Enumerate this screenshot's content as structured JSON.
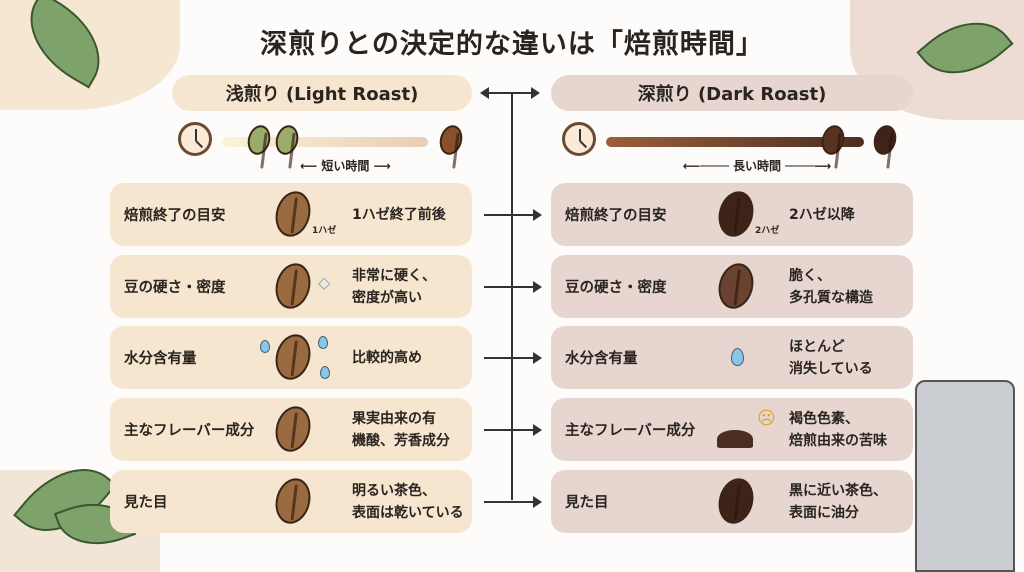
{
  "title": "深煎りとの決定的な違いは「焙煎時間」",
  "light": {
    "header": "浅煎り (Light Roast)",
    "time_label": "短い時間",
    "rows": [
      {
        "label": "焙煎終了の目安",
        "value": "1ハゼ終了前後",
        "note": "1ハゼ"
      },
      {
        "label": "豆の硬さ・密度",
        "value": "非常に硬く、\n密度が高い"
      },
      {
        "label": "水分含有量",
        "value": "比較的高め"
      },
      {
        "label": "主なフレーバー成分",
        "value": "果実由来の有\n機酸、芳香成分"
      },
      {
        "label": "見た目",
        "value": "明るい茶色、\n表面は乾いている"
      }
    ]
  },
  "dark": {
    "header": "深煎り (Dark Roast)",
    "time_label": "長い時間",
    "rows": [
      {
        "label": "焙煎終了の目安",
        "value": "2ハゼ以降",
        "note": "2ハゼ"
      },
      {
        "label": "豆の硬さ・密度",
        "value": "脆く、\n多孔質な構造"
      },
      {
        "label": "水分含有量",
        "value": "ほとんど\n消失している"
      },
      {
        "label": "主なフレーバー成分",
        "value": "褐色色素、\n焙煎由来の苦味"
      },
      {
        "label": "見た目",
        "value": "黒に近い茶色、\n表面に油分"
      }
    ]
  },
  "colors": {
    "light_card": "#f6e6cf",
    "dark_card": "#e6d6cf",
    "light_bean": "#9a6a40",
    "dark_bean": "#3e2418"
  }
}
